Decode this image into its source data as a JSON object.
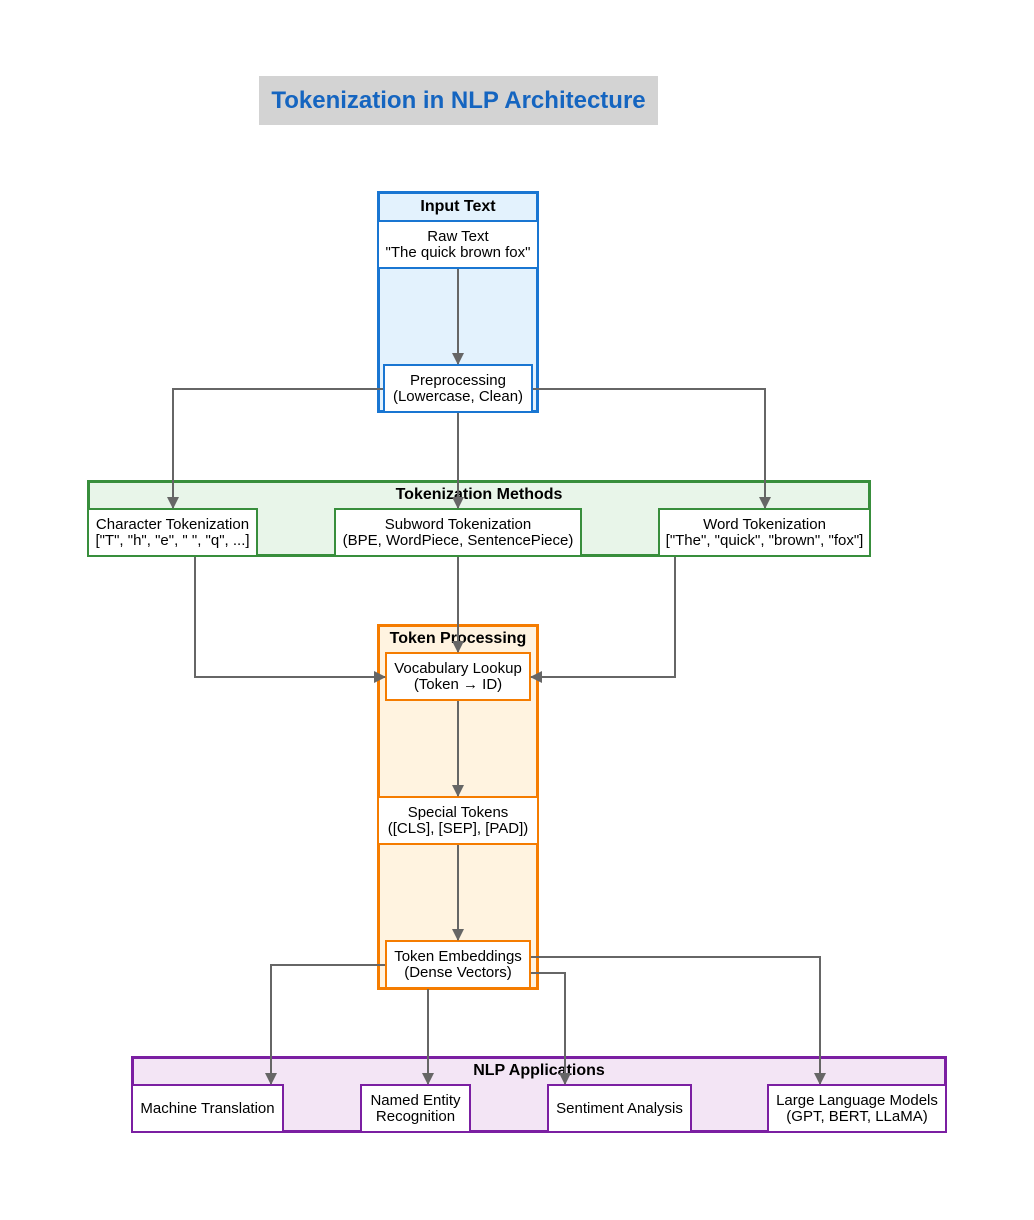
{
  "title": "Tokenization in NLP Architecture",
  "colors": {
    "title_text": "#1565c0",
    "title_bg": "#d3d3d3",
    "input_border": "#1976d2",
    "input_fill": "#e3f2fd",
    "methods_border": "#388e3c",
    "methods_fill": "#e8f5e9",
    "processing_border": "#f57c00",
    "processing_fill": "#fff3e0",
    "applications_border": "#7b1fa2",
    "applications_fill": "#f3e5f5",
    "edge": "#666666"
  },
  "groups": {
    "input": {
      "label": "Input Text"
    },
    "methods": {
      "label": "Tokenization Methods"
    },
    "processing": {
      "label": "Token Processing"
    },
    "applications": {
      "label": "NLP Applications"
    }
  },
  "nodes": {
    "raw_text": {
      "line1": "Raw Text",
      "line2": "\"The quick brown fox\""
    },
    "preprocessing": {
      "line1": "Preprocessing",
      "line2": "(Lowercase, Clean)"
    },
    "char_tok": {
      "line1": "Character Tokenization",
      "line2": "[\"T\", \"h\", \"e\", \" \", \"q\", ...]"
    },
    "subword_tok": {
      "line1": "Subword Tokenization",
      "line2": "(BPE, WordPiece, SentencePiece)"
    },
    "word_tok": {
      "line1": "Word Tokenization",
      "line2": "[\"The\", \"quick\", \"brown\", \"fox\"]"
    },
    "vocab_lookup": {
      "line1": "Vocabulary Lookup",
      "line2": "(Token → ID)"
    },
    "special_tokens": {
      "line1": "Special Tokens",
      "line2": "([CLS], [SEP], [PAD])"
    },
    "embeddings": {
      "line1": "Token Embeddings",
      "line2": "(Dense Vectors)"
    },
    "mt": {
      "line1": "Machine Translation"
    },
    "ner": {
      "line1": "Named Entity",
      "line2": "Recognition"
    },
    "sentiment": {
      "line1": "Sentiment Analysis"
    },
    "llm": {
      "line1": "Large Language Models",
      "line2": "(GPT, BERT, LLaMA)"
    }
  },
  "edges": [
    {
      "from": "raw_text",
      "to": "preprocessing"
    },
    {
      "from": "preprocessing",
      "to": "char_tok"
    },
    {
      "from": "preprocessing",
      "to": "subword_tok"
    },
    {
      "from": "preprocessing",
      "to": "word_tok"
    },
    {
      "from": "char_tok",
      "to": "vocab_lookup"
    },
    {
      "from": "subword_tok",
      "to": "vocab_lookup"
    },
    {
      "from": "word_tok",
      "to": "vocab_lookup"
    },
    {
      "from": "vocab_lookup",
      "to": "special_tokens"
    },
    {
      "from": "special_tokens",
      "to": "embeddings"
    },
    {
      "from": "embeddings",
      "to": "mt"
    },
    {
      "from": "embeddings",
      "to": "ner"
    },
    {
      "from": "embeddings",
      "to": "sentiment"
    },
    {
      "from": "embeddings",
      "to": "llm"
    }
  ]
}
